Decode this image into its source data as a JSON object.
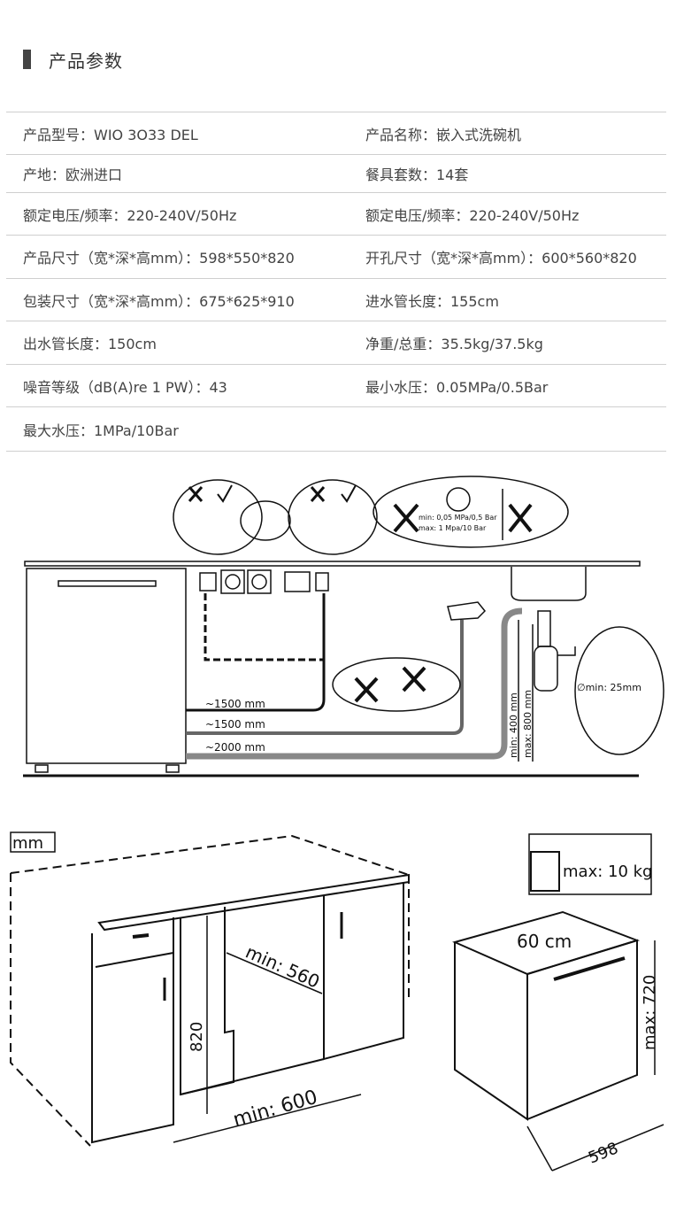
{
  "header": {
    "title": "产品参数"
  },
  "specs": [
    [
      "产品型号：WIO 3O33 DEL",
      "产品名称：嵌入式洗碗机"
    ],
    [
      "产地：欧洲进口",
      "餐具套数：14套"
    ],
    [
      "额定电压/频率：220-240V/50Hz",
      "额定电压/频率：220-240V/50Hz"
    ],
    [
      "产品尺寸（宽*深*高mm）：598*550*820",
      "开孔尺寸（宽*深*高mm）：600*560*820"
    ],
    [
      "包装尺寸（宽*深*高mm）：675*625*910",
      "进水管长度：155cm"
    ],
    [
      "出水管长度：150cm",
      "净重/总重：35.5kg/37.5kg"
    ],
    [
      "噪音等级（dB(A)re 1 PW）：43",
      "最小水压：0.05MPa/0.5Bar"
    ],
    [
      "最大水压：1MPa/10Bar",
      ""
    ]
  ],
  "install_diagram": {
    "hose_1": "~1500 mm",
    "hose_2": "~1500 mm",
    "hose_3": "~2000 mm",
    "pressure_min": "min: 0,05 MPa/0,5 Bar",
    "pressure_max": "max: 1 Mpa/10 Bar",
    "height_min": "min: 400 mm",
    "height_max": "max: 800 mm",
    "drain_diameter": "∅min: 25mm"
  },
  "dimension_diagram": {
    "unit": "mm",
    "depth": "min: 560",
    "height": "820",
    "width": "min: 600",
    "weight": "max: 10 kg",
    "top_width": "60 cm",
    "door_height": "max: 720",
    "appliance_width": "598"
  }
}
